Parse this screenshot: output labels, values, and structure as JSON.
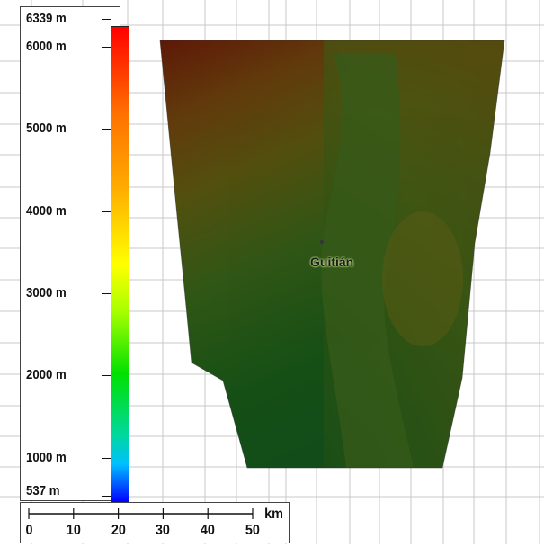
{
  "legend": {
    "unit": "m",
    "labels": [
      {
        "value": 6339,
        "text": "6339 m"
      },
      {
        "value": 6000,
        "text": "6000 m"
      },
      {
        "value": 5000,
        "text": "5000 m"
      },
      {
        "value": 4000,
        "text": "4000 m"
      },
      {
        "value": 3000,
        "text": "3000 m"
      },
      {
        "value": 2000,
        "text": "2000 m"
      },
      {
        "value": 1000,
        "text": "1000 m"
      },
      {
        "value": 537,
        "text": "537 m"
      }
    ],
    "range": [
      537,
      6339
    ],
    "colors": [
      "#ff0000",
      "#ff7000",
      "#ffa800",
      "#ffff00",
      "#a6ff00",
      "#00e000",
      "#00d8a0",
      "#00c0ff",
      "#0000ff"
    ]
  },
  "scalebar": {
    "unit_label": "km",
    "ticks": [
      "0",
      "10",
      "20",
      "30",
      "40",
      "50"
    ]
  },
  "map": {
    "place_label": "Guitián",
    "grid_color": "#c8c8c8"
  }
}
